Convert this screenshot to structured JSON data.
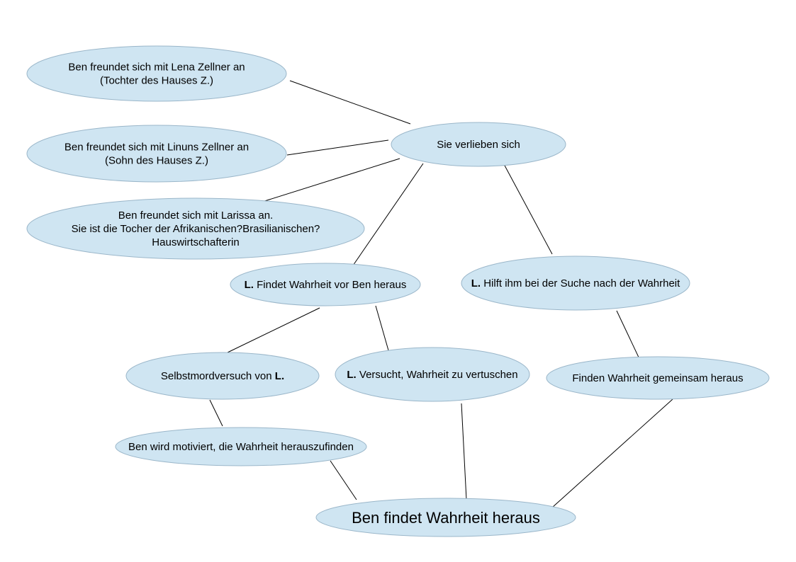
{
  "diagram": {
    "nodes": {
      "lena": {
        "lines": [
          [
            "Ben freundet sich mit Lena Zellner an"
          ],
          [
            "(Tochter des Hauses Z.)"
          ]
        ]
      },
      "linus": {
        "lines": [
          [
            "Ben freundet sich mit Linuns Zellner an"
          ],
          [
            "(Sohn des Hauses Z.)"
          ]
        ]
      },
      "larissa": {
        "lines": [
          [
            "Ben freundet sich mit Larissa an."
          ],
          [
            "Sie ist die Tocher der Afrikanischen?Brasilianischen?"
          ],
          [
            "Hauswirtschafterin"
          ]
        ]
      },
      "verlieben": {
        "lines": [
          [
            "Sie verlieben sich"
          ]
        ]
      },
      "findet_vor": {
        "lines": [
          [
            "L.",
            " Findet Wahrheit vor Ben heraus"
          ]
        ]
      },
      "hilft": {
        "lines": [
          [
            "L.",
            " Hilft ihm bei der Suche nach der Wahrheit"
          ]
        ]
      },
      "selbstmord": {
        "lines": [
          [
            "Selbstmordversuch von ",
            "L."
          ]
        ]
      },
      "vertuschen": {
        "lines": [
          [
            "L.",
            " Versucht, Wahrheit zu vertuschen"
          ]
        ]
      },
      "gemeinsam": {
        "lines": [
          [
            "Finden Wahrheit gemeinsam heraus"
          ]
        ]
      },
      "motiviert": {
        "lines": [
          [
            "Ben wird motiviert, die Wahrheit herauszufinden"
          ]
        ]
      },
      "final": {
        "lines": [
          [
            "Ben findet Wahrheit heraus"
          ]
        ]
      }
    },
    "edges": [
      [
        "lena",
        "verlieben"
      ],
      [
        "linus",
        "verlieben"
      ],
      [
        "larissa",
        "verlieben"
      ],
      [
        "verlieben",
        "findet_vor"
      ],
      [
        "verlieben",
        "hilft"
      ],
      [
        "findet_vor",
        "selbstmord"
      ],
      [
        "findet_vor",
        "vertuschen"
      ],
      [
        "hilft",
        "gemeinsam"
      ],
      [
        "selbstmord",
        "motiviert"
      ],
      [
        "motiviert",
        "final"
      ],
      [
        "vertuschen",
        "final"
      ],
      [
        "gemeinsam",
        "final"
      ]
    ]
  }
}
